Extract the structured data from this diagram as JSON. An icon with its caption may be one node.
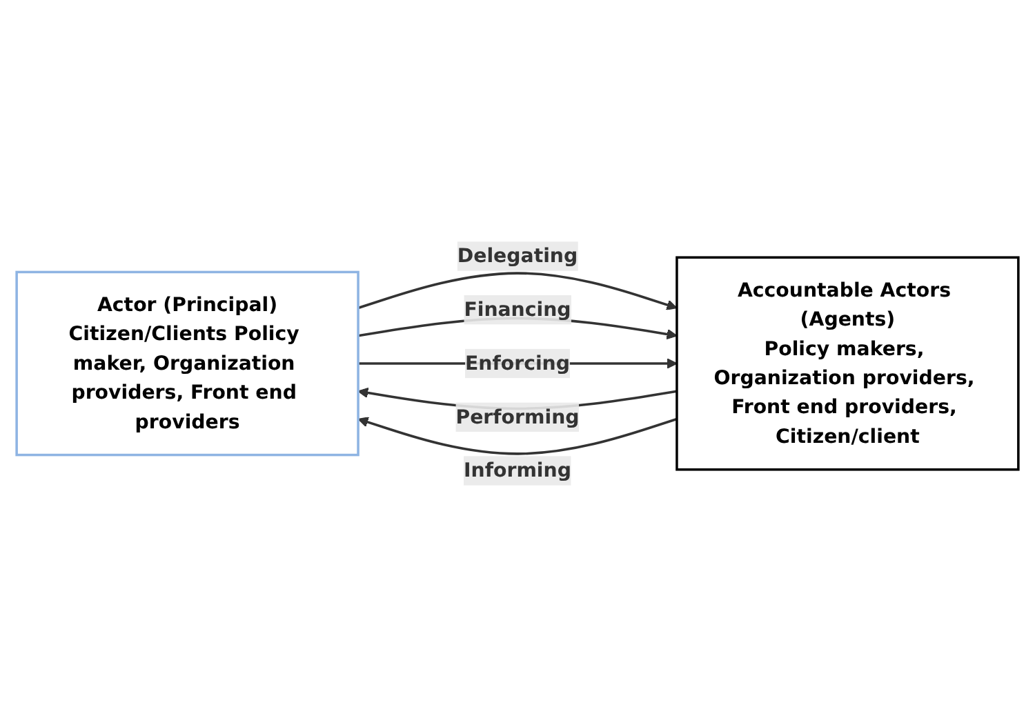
{
  "diagram": {
    "nodes": [
      {
        "text": [
          "Actor (Principal)",
          "Citizen/Clients Policy maker, Organization providers, Front end providers"
        ]
      },
      {
        "text": [
          "Accountable Actors (Agents)",
          "Policy makers, Organization providers, Front end providers, Citizen/client"
        ]
      }
    ],
    "edges": [
      {
        "from": 0,
        "to": 1,
        "arrow": "to",
        "label": "Delegating"
      },
      {
        "from": 0,
        "to": 1,
        "arrow": "to",
        "label": "Financing"
      },
      {
        "from": 1,
        "to": 0,
        "arrow": "to",
        "label": "Performing"
      },
      {
        "from": 1,
        "to": 0,
        "arrow": "to",
        "label": "Informing"
      },
      {
        "from": 0,
        "to": 1,
        "arrow": "to",
        "label": "Enforcing"
      }
    ]
  }
}
